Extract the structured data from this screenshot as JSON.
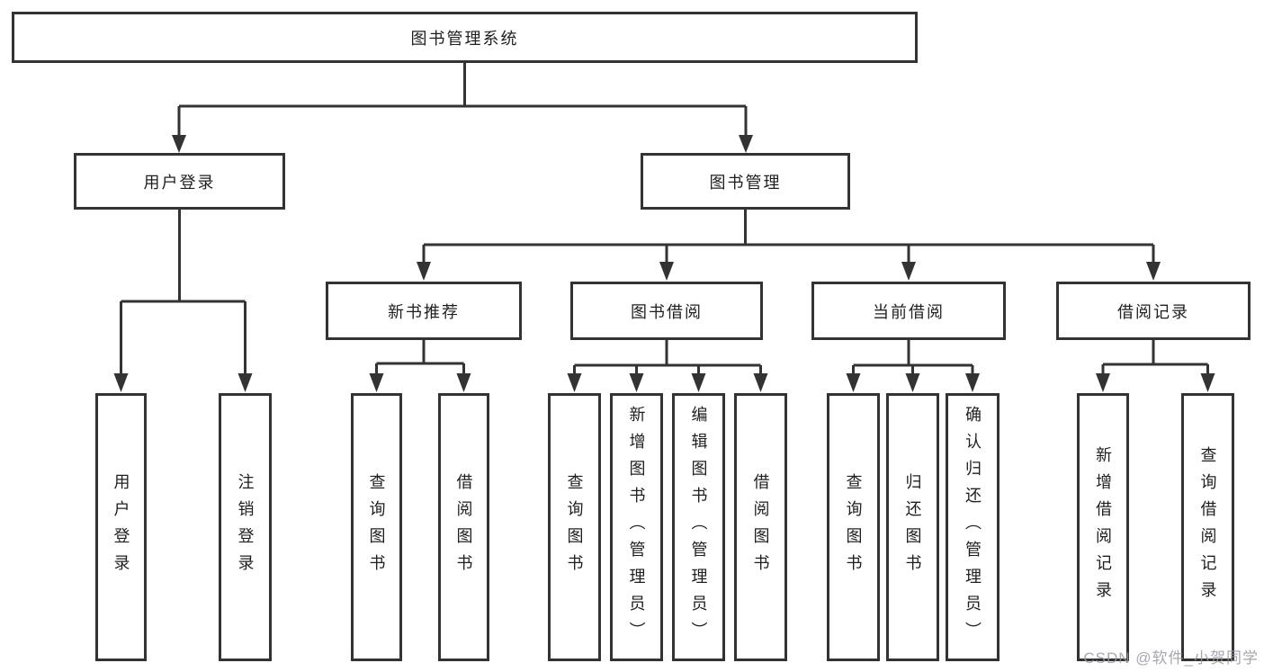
{
  "tree": {
    "label": "图书管理系统",
    "children": [
      {
        "label": "用户登录",
        "children": [
          {
            "label": "用户登录"
          },
          {
            "label": "注销登录"
          }
        ]
      },
      {
        "label": "图书管理",
        "children": [
          {
            "label": "新书推荐",
            "children": [
              {
                "label": "查询图书"
              },
              {
                "label": "借阅图书"
              }
            ]
          },
          {
            "label": "图书借阅",
            "children": [
              {
                "label": "查询图书"
              },
              {
                "label": "新增图书（管理员）"
              },
              {
                "label": "编辑图书（管理员）"
              },
              {
                "label": "借阅图书"
              }
            ]
          },
          {
            "label": "当前借阅",
            "children": [
              {
                "label": "查询图书"
              },
              {
                "label": "归还图书"
              },
              {
                "label": "确认归还（管理员）"
              }
            ]
          },
          {
            "label": "借阅记录",
            "children": [
              {
                "label": "新增借阅记录"
              },
              {
                "label": "查询借阅记录"
              }
            ]
          }
        ]
      }
    ]
  },
  "watermark": "CSDN @软件_小贺同学",
  "colors": {
    "line": "#333333",
    "text": "#1f1f1f",
    "background": "#ffffff",
    "watermark": "#9698a2"
  }
}
